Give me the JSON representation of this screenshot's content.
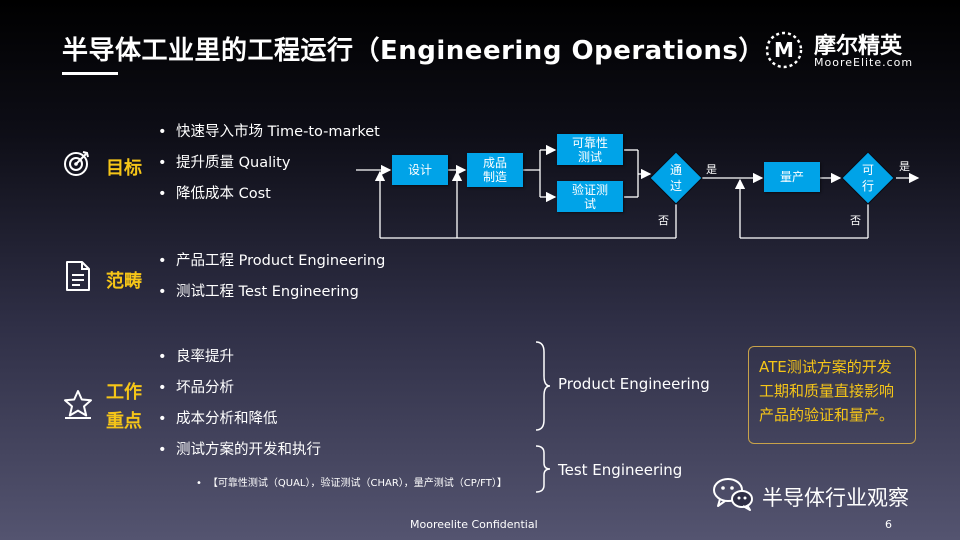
{
  "header": {
    "title": "半导体工业里的工程运行（Engineering Operations）",
    "logo_cn": "摩尔精英",
    "logo_en": "MooreElite.com",
    "logo_letter": "M"
  },
  "sections": {
    "goals": {
      "label": "目标",
      "icon": "target-icon",
      "items": [
        "快速导入市场 Time-to-market",
        "提升质量 Quality",
        "降低成本 Cost"
      ]
    },
    "scope": {
      "label": "范畴",
      "icon": "document-icon",
      "items": [
        "产品工程 Product Engineering",
        "测试工程 Test Engineering"
      ]
    },
    "focus": {
      "label_line1": "工作",
      "label_line2": "重点",
      "icon": "star-icon",
      "items": [
        "良率提升",
        "坏品分析",
        "成本分析和降低",
        "测试方案的开发和执行"
      ],
      "sub_item": "【可靠性测试（QUAL），验证测试（CHAR），量产测试（CP/FT）】"
    }
  },
  "flow": {
    "design": "设计",
    "product_mfg": "成品\n制造",
    "reliability_test": "可靠性\n测试",
    "verification_test": "验证测\n试",
    "pass_decision_1": "通\n过",
    "mass_production": "量产",
    "pass_decision_2": "可\n行",
    "yes_1": "是",
    "no_1": "否",
    "yes_2": "是",
    "no_2": "否"
  },
  "braces": {
    "product_engineering": "Product Engineering",
    "test_engineering": "Test Engineering"
  },
  "note": "ATE测试方案的开发工期和质量直接影响产品的验证和量产。",
  "watermark": "半导体行业观察",
  "footer": {
    "confidential": "Mooreelite Confidential",
    "page": "6"
  }
}
